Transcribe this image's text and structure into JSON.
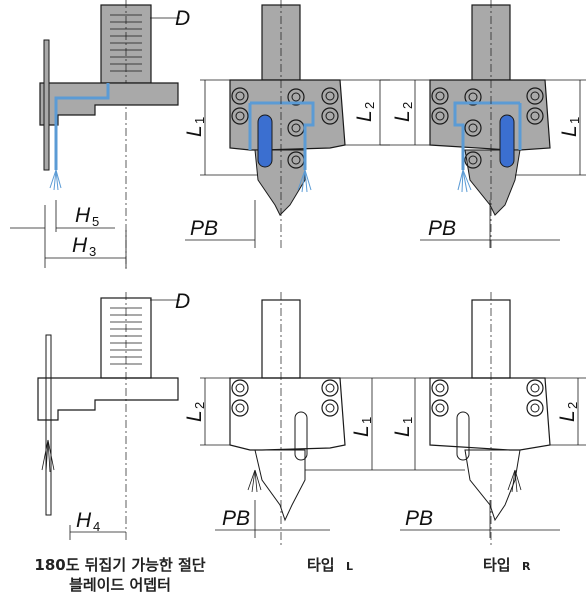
{
  "labels": {
    "D": "D",
    "L1": "L",
    "L1_sub": "1",
    "L2": "L",
    "L2_sub": "2",
    "PB": "PB",
    "H": "H",
    "H5_sub": "5",
    "H3_sub": "3",
    "H4_sub": "4"
  },
  "captions": {
    "left_line1": "180도 뒤집기 가능한 절단",
    "left_line2": "블레이드 어뎁터",
    "type_l": "타입",
    "type_l_suffix": "L",
    "type_r": "타입",
    "type_r_suffix": "R"
  },
  "colors": {
    "body_fill": "#a9a9a9",
    "coolant_line": "#5b9bd5",
    "slot_fill": "#3b6fd0",
    "line": "#1a1a1a"
  }
}
